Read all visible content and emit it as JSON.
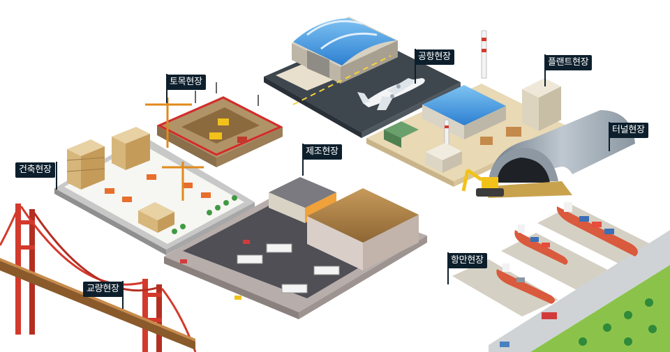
{
  "labels": {
    "airport": "공항현장",
    "plant": "플랜트현장",
    "civil": "토목현장",
    "tunnel": "터널현장",
    "manufacturing": "제조현장",
    "building": "건축현장",
    "harbor": "항만현장",
    "bridge": "교량현장"
  }
}
